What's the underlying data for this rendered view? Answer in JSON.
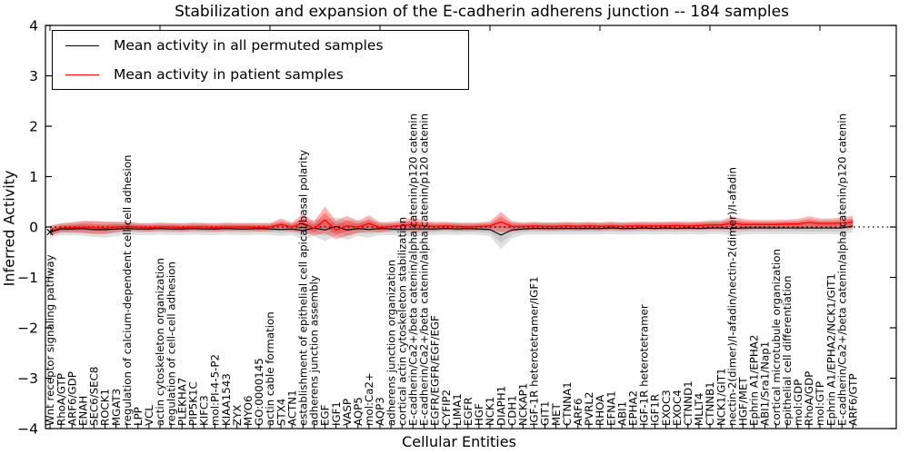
{
  "figure": {
    "title": "Stabilization and expansion of the E-cadherin adherens junction -- 184 samples",
    "xlabel": "Cellular Entities",
    "ylabel": "Inferred Activity",
    "background": "#ffffff"
  },
  "legend": {
    "entries": [
      {
        "label": "Mean activity in all permuted samples",
        "color": "#000000"
      },
      {
        "label": "Mean activity in patient samples",
        "color": "#ff0000"
      }
    ]
  },
  "colors": {
    "permuted_line": "#000000",
    "permuted_band": "#999999",
    "patient_line": "#ff0000",
    "patient_band": "#ff0000",
    "axis": "#000000",
    "zero_line": "#000000"
  },
  "chart_data": {
    "type": "line",
    "title": "Stabilization and expansion of the E-cadherin adherens junction -- 184 samples",
    "xlabel": "Cellular Entities",
    "ylabel": "Inferred Activity",
    "ylim": [
      -4,
      4
    ],
    "ytick_labels": [
      "4",
      "3",
      "2",
      "1",
      "0",
      "−1",
      "−2",
      "−3",
      "−4"
    ],
    "yticks": [
      4,
      3,
      2,
      1,
      0,
      -1,
      -2,
      -3,
      -4
    ],
    "grid": false,
    "legend_position": "upper left",
    "zero_line_style": "dotted",
    "x_tick_label_rotation": 90,
    "categories": [
      "Wnt receptor signaling pathway",
      "RhoA/GTP",
      "ARF6/GDP",
      "ENAH",
      "SEC6/SEC8",
      "ROCK1",
      "MGAT3",
      "regulation of calcium-dependent cell-cell adhesion",
      "LPP",
      "VCL",
      "actin cytoskeleton organization",
      "regulation of cell-cell adhesion",
      "PLEKHA7",
      "PIP5K1C",
      "KIFC3",
      "mol:PI-4-5-P2",
      "KIAA1543",
      "ZYX",
      "MYO6",
      "GO:0000145",
      "actin cable formation",
      "STX4",
      "ACTN1",
      "establishment of epithelial cell apical/basal polarity",
      "adherens junction assembly",
      "EGF",
      "IGF1",
      "VASP",
      "AQP5",
      "mol:Ca2+",
      "AQP3",
      "adherens junction organization",
      "cortical actin cytoskeleton stabilization",
      "E-cadherin/Ca2+/beta catenin/alpha catenin/p120 catenin",
      "E-cadherin/Ca2+/beta catenin/alpha catenin/p120 catenin",
      "EGFR/EGFR/EGF/EGF",
      "CYFIP2",
      "LIMA1",
      "EGFR",
      "HGF",
      "NCK1",
      "DIAPH1",
      "CDH1",
      "NCKAP1",
      "IGF-1R heterotetramer/IGF1",
      "GIT1",
      "MET",
      "CTNNA1",
      "ARF6",
      "PVRL2",
      "RHOA",
      "EFNA1",
      "ABI1",
      "EPHA2",
      "IGF-1R heterotetramer",
      "IGF1R",
      "EXOC3",
      "EXOC4",
      "CTNND1",
      "MLLT4",
      "CTNNB1",
      "NCK1/GIT1",
      "nectin-2(dimer)/I-afadin/nectin-2(dimer)/I-afadin",
      "HGF/MET",
      "Ephrin A1/EPHA2",
      "ABI1/Sra1/Nap1",
      "cortical microtubule organization",
      "epithelial cell differentiation",
      "mol:GDP",
      "RhoA/GDP",
      "mol:GTP",
      "Ephrin A1/EPHA2/NCK1/GIT1",
      "E-cadherin/Ca2+/beta catenin/alpha catenin/p120 catenin",
      "ARF6/GTP"
    ],
    "series": [
      {
        "name": "Mean activity in all permuted samples",
        "color": "#000000",
        "values": [
          -0.1,
          -0.04,
          -0.04,
          -0.03,
          -0.05,
          -0.05,
          -0.04,
          -0.03,
          -0.04,
          -0.04,
          -0.03,
          -0.04,
          -0.04,
          -0.03,
          -0.04,
          -0.04,
          -0.03,
          -0.04,
          -0.04,
          -0.03,
          -0.04,
          -0.05,
          -0.04,
          -0.07,
          -0.02,
          -0.06,
          0.01,
          -0.06,
          -0.03,
          -0.05,
          -0.03,
          -0.04,
          -0.05,
          -0.04,
          -0.04,
          -0.04,
          -0.03,
          -0.04,
          -0.03,
          -0.04,
          -0.05,
          -0.16,
          -0.06,
          -0.04,
          -0.03,
          -0.03,
          -0.03,
          -0.03,
          -0.03,
          -0.03,
          -0.03,
          -0.02,
          -0.03,
          -0.03,
          -0.02,
          -0.03,
          -0.02,
          -0.03,
          -0.02,
          -0.03,
          -0.02,
          -0.02,
          -0.03,
          -0.02,
          -0.02,
          -0.02,
          -0.02,
          -0.02,
          -0.02,
          -0.02,
          -0.02,
          -0.02,
          -0.02,
          0.02
        ],
        "band_std": [
          0.12,
          0.12,
          0.13,
          0.14,
          0.15,
          0.16,
          0.14,
          0.13,
          0.12,
          0.12,
          0.12,
          0.12,
          0.12,
          0.12,
          0.12,
          0.12,
          0.12,
          0.12,
          0.12,
          0.12,
          0.12,
          0.13,
          0.12,
          0.18,
          0.16,
          0.22,
          0.18,
          0.2,
          0.15,
          0.16,
          0.13,
          0.12,
          0.13,
          0.15,
          0.13,
          0.12,
          0.12,
          0.12,
          0.12,
          0.12,
          0.13,
          0.28,
          0.16,
          0.12,
          0.12,
          0.12,
          0.12,
          0.12,
          0.12,
          0.12,
          0.12,
          0.12,
          0.12,
          0.12,
          0.12,
          0.12,
          0.12,
          0.12,
          0.12,
          0.12,
          0.12,
          0.12,
          0.15,
          0.13,
          0.12,
          0.12,
          0.12,
          0.12,
          0.12,
          0.13,
          0.12,
          0.12,
          0.13,
          0.13
        ]
      },
      {
        "name": "Mean activity in patient samples",
        "color": "#ff0000",
        "values": [
          -0.07,
          -0.02,
          -0.01,
          0.0,
          -0.01,
          -0.02,
          0.0,
          0.01,
          0.0,
          -0.01,
          0.0,
          0.0,
          -0.01,
          0.0,
          0.0,
          -0.01,
          0.0,
          0.0,
          0.0,
          -0.01,
          0.0,
          0.05,
          0.0,
          0.08,
          -0.03,
          0.14,
          -0.06,
          0.02,
          0.0,
          0.07,
          -0.01,
          0.01,
          0.03,
          0.05,
          0.02,
          0.01,
          0.02,
          0.01,
          0.0,
          0.01,
          0.02,
          0.1,
          0.01,
          0.01,
          0.02,
          0.01,
          0.01,
          0.02,
          0.01,
          0.02,
          0.01,
          0.02,
          0.01,
          0.02,
          0.02,
          0.02,
          0.02,
          0.03,
          0.02,
          0.03,
          0.04,
          0.04,
          0.08,
          0.05,
          0.05,
          0.05,
          0.05,
          0.06,
          0.06,
          0.09,
          0.07,
          0.07,
          0.08,
          0.1
        ],
        "band_std": [
          0.1,
          0.09,
          0.1,
          0.12,
          0.13,
          0.12,
          0.1,
          0.09,
          0.08,
          0.08,
          0.08,
          0.08,
          0.08,
          0.08,
          0.08,
          0.08,
          0.08,
          0.08,
          0.08,
          0.08,
          0.08,
          0.12,
          0.09,
          0.18,
          0.14,
          0.26,
          0.18,
          0.2,
          0.12,
          0.16,
          0.1,
          0.09,
          0.1,
          0.14,
          0.1,
          0.09,
          0.08,
          0.08,
          0.08,
          0.08,
          0.09,
          0.2,
          0.1,
          0.08,
          0.08,
          0.08,
          0.08,
          0.08,
          0.08,
          0.08,
          0.08,
          0.08,
          0.08,
          0.08,
          0.08,
          0.08,
          0.08,
          0.08,
          0.08,
          0.08,
          0.09,
          0.09,
          0.13,
          0.11,
          0.09,
          0.09,
          0.09,
          0.09,
          0.1,
          0.12,
          0.1,
          0.1,
          0.11,
          0.12
        ]
      }
    ]
  }
}
